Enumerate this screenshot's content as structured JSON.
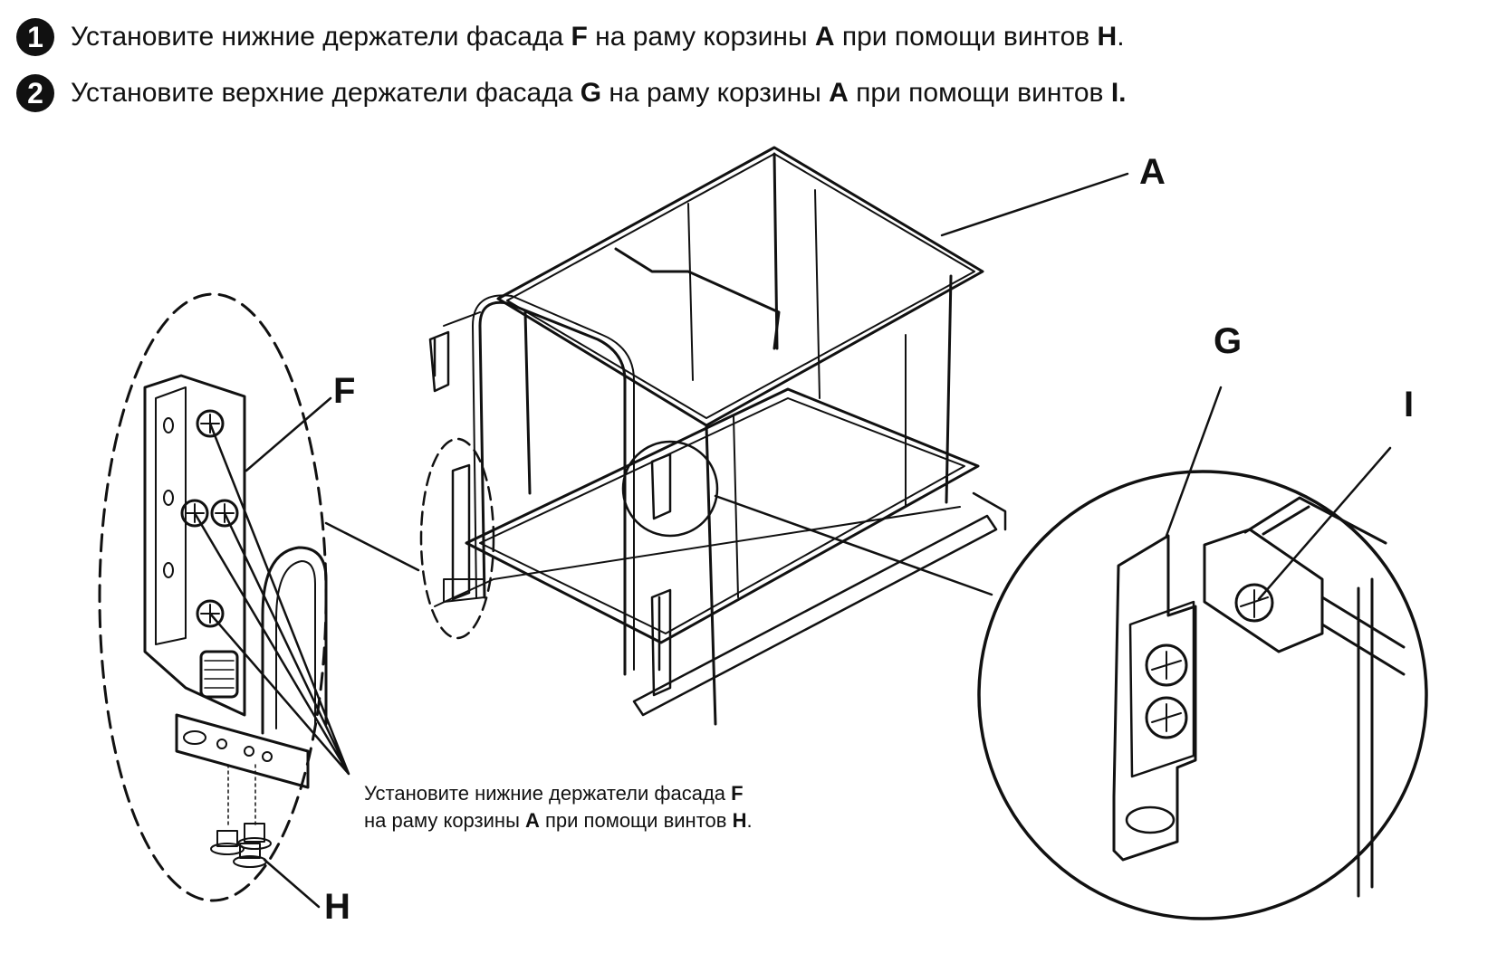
{
  "steps": [
    {
      "num": "1",
      "t1": "Установите нижние держатели фасада ",
      "b1": "F",
      "t2": " на раму корзины ",
      "b2": "A",
      "t3": " при помощи винтов ",
      "b3": "H",
      "t4": "."
    },
    {
      "num": "2",
      "t1": "Установите верхние держатели фасада ",
      "b1": "G",
      "t2": " на раму корзины ",
      "b2": "A",
      "t3": " при помощи винтов ",
      "b3": "I.",
      "t4": ""
    }
  ],
  "labels": {
    "A": "A",
    "F": "F",
    "G": "G",
    "H": "H",
    "I": "I"
  },
  "note": {
    "line1_text": "Установите нижние держатели фасада ",
    "line1_bold": "F",
    "line2_a": "на раму корзины ",
    "line2_bold1": "A",
    "line2_b": " при помощи винтов ",
    "line2_bold2": "H",
    "line2_end": "."
  }
}
